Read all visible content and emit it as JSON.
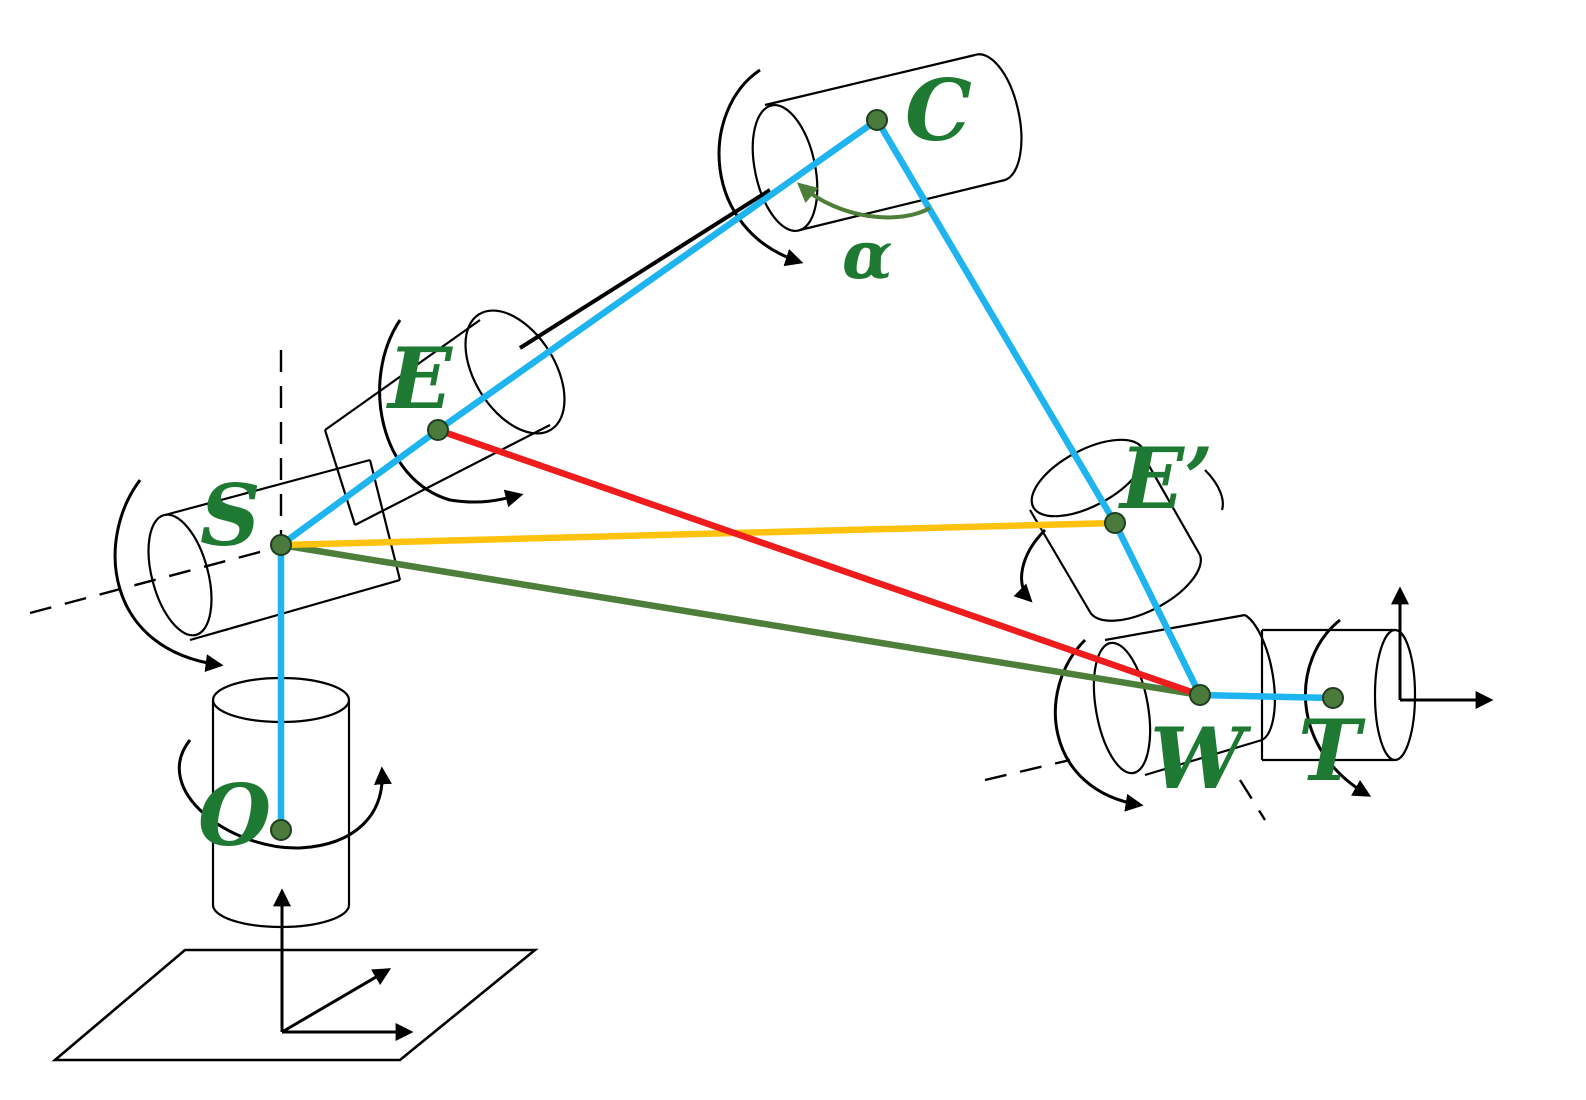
{
  "labels": {
    "O": "O",
    "S": "S",
    "E": "E",
    "C": "C",
    "E_prime": "E’",
    "W": "W",
    "T": "T",
    "alpha": "α"
  },
  "colors": {
    "label": "#1e7a33",
    "joint": "#4a7a3c",
    "link_arm": "#1eb4f0",
    "link_EW": "#ee1c1c",
    "link_SEprime": "#ffc20e",
    "link_SW": "#4e7f3a",
    "angle_arc": "#4e7f3a"
  }
}
